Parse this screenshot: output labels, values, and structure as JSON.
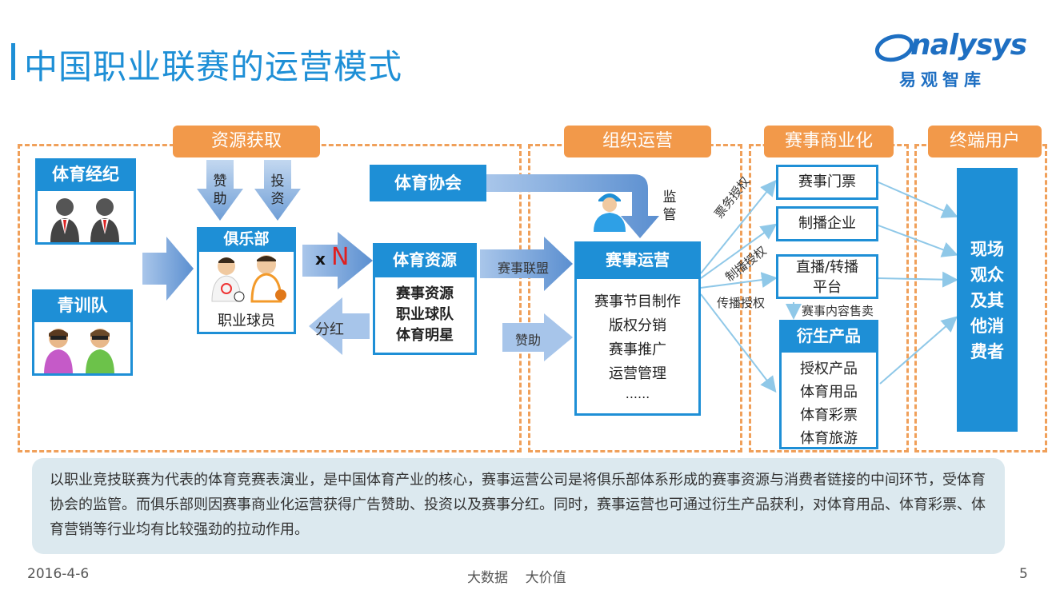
{
  "title": "中国职业联赛的运营模式",
  "logo": {
    "text": "nalysys",
    "subtitle": "易观智库"
  },
  "sections": {
    "resources": "资源获取",
    "operations": "组织运营",
    "commercial": "赛事商业化",
    "endusers": "终端用户"
  },
  "nodes": {
    "agent": "体育经纪",
    "youth": "青训队",
    "club": "俱乐部",
    "club_players": "职业球员",
    "sponsor_in": "赞\n助",
    "invest_in": "投\n资",
    "multiplier_x": "x",
    "multiplier_n": "N",
    "association": "体育协会",
    "supervise": "监\n管",
    "sports_resources": "体育资源",
    "sports_resources_items": [
      "赛事资源",
      "职业球队",
      "体育明星"
    ],
    "dividend": "分红",
    "event_league": "赛事联盟",
    "sponsor_flow": "赞助",
    "event_operation": "赛事运营",
    "event_operation_items": [
      "赛事节目制作",
      "版权分销",
      "赛事推广",
      "运营管理",
      "......"
    ],
    "ticket_auth": "票务授权",
    "broadcast_auth": "制播授权",
    "stream_auth": "传播授权",
    "tickets": "赛事门票",
    "broadcast_company": "制播企业",
    "live_platform": "直播/转播\n平台",
    "content_sale": "赛事内容售卖",
    "derivatives": "衍生产品",
    "derivatives_items": [
      "授权产品",
      "体育用品",
      "体育彩票",
      "体育旅游"
    ],
    "consumers": "现场\n观众\n及其\n他消\n费者"
  },
  "description": "以职业竞技联赛为代表的体育竞赛表演业，是中国体育产业的核心，赛事运营公司是将俱乐部体系形成的赛事资源与消费者链接的中间环节，受体育协会的监管。而俱乐部则因赛事商业化运营获得广告赞助、投资以及赛事分红。同时，赛事运营也可通过衍生产品获利，对体育用品、体育彩票、体育营销等行业均有比较强劲的拉动作用。",
  "footer": {
    "date": "2016-4-6",
    "slogan": "大数据    大价值",
    "page": "5"
  },
  "colors": {
    "blue": "#1e8fd6",
    "orange": "#f2994a",
    "arrow": "#6a9fd8",
    "thin_arrow": "#8fc8e8"
  }
}
